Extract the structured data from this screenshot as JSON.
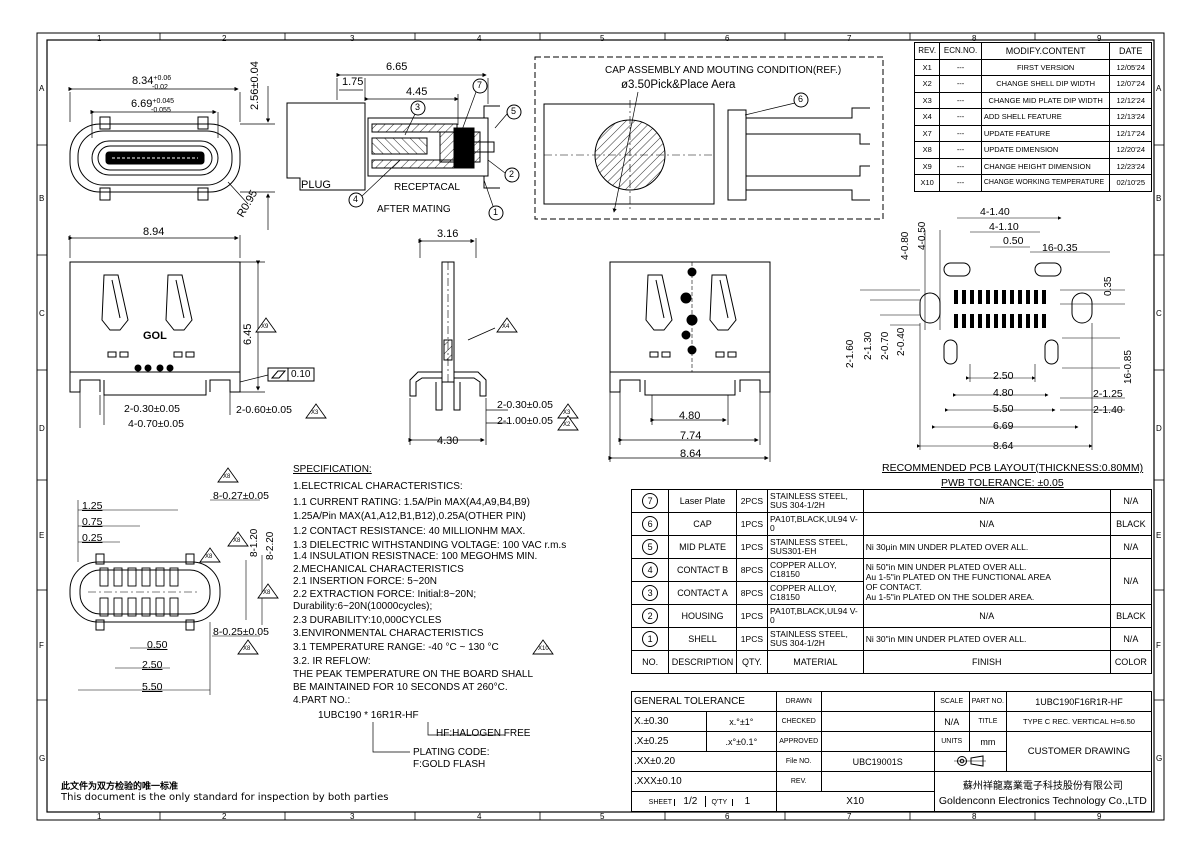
{
  "border": {
    "columns": [
      "1",
      "2",
      "3",
      "4",
      "5",
      "6",
      "7",
      "8",
      "9"
    ],
    "rows": [
      "A",
      "B",
      "C",
      "D",
      "E",
      "F",
      "G"
    ]
  },
  "revision_table": {
    "headers": [
      "REV.",
      "ECN.NO.",
      "MODIFY.CONTENT",
      "DATE"
    ],
    "rows": [
      [
        "X1",
        "---",
        "FIRST VERSION",
        "12/05'24"
      ],
      [
        "X2",
        "---",
        "CHANGE SHELL DIP WIDTH",
        "12/07'24"
      ],
      [
        "X3",
        "---",
        "CHANGE MID PLATE DIP WIDTH",
        "12/12'24"
      ],
      [
        "X4",
        "---",
        "ADD SHELL FEATURE",
        "12/13'24"
      ],
      [
        "X7",
        "---",
        "UPDATE FEATURE",
        "12/17'24"
      ],
      [
        "X8",
        "---",
        "UPDATE DIMENSION",
        "12/20'24"
      ],
      [
        "X9",
        "---",
        "CHANGE HEIGHT DIMENSION",
        "12/23'24"
      ],
      [
        "X10",
        "---",
        "CHANGE WORKING TEMPERATURE",
        "02/10'25"
      ]
    ]
  },
  "front_view": {
    "dim_outer_main": "8.34",
    "dim_outer_plus": "+0.06",
    "dim_outer_minus": "-0.02",
    "dim_inner_main": "6.69",
    "dim_inner_plus": "+0.045",
    "dim_inner_minus": "-0.055",
    "dim_height": "2.56±0.04",
    "dim_radius": "R0.95"
  },
  "mating_view": {
    "dim_total": "6.65",
    "dim_left": "1.75",
    "dim_mid": "4.45",
    "label_plug": "PLUG",
    "label_receptacle": "RECEPTACAL",
    "label_after": "AFTER MATING",
    "balloons": [
      "7",
      "3",
      "5",
      "2",
      "4",
      "1"
    ]
  },
  "cap_view": {
    "title": "CAP ASSEMBLY AND MOUTING CONDITION(REF.)",
    "pick_area": "ø3.50Pick&Place Aera",
    "balloon": "6"
  },
  "top_view": {
    "dim_width": "8.94",
    "dim_height": "6.45",
    "logo": "GOL",
    "dim_pitch": "2-0.30±0.05",
    "dim_pin": "4-0.70±0.05",
    "dim_shell": "2-0.60±0.05",
    "flatness": "0.10",
    "rev_marks": [
      "X9",
      "X3"
    ]
  },
  "side_view": {
    "dim_top": "3.16",
    "dim_a": "2-0.30±0.05",
    "dim_b": "2-1.00±0.05",
    "dim_bottom": "4.30",
    "rev_marks": [
      "X4",
      "X3",
      "X2"
    ]
  },
  "bottom_view": {
    "dim_480": "4.80",
    "dim_774": "7.74",
    "dim_864": "8.64"
  },
  "pcb_layout": {
    "dim_4_140": "4-1.40",
    "dim_4_110": "4-1.10",
    "dim_080": "4-0.80",
    "dim_050v": "4-0.50",
    "dim_050": "0.50",
    "dim_16_035": "16-0.35",
    "dim_035": "0.35",
    "dim_2_160": "2-1.60",
    "dim_2_130": "2-1.30",
    "dim_2_070": "2-0.70",
    "dim_2_040": "2-0.40",
    "dim_16_085": "16-0.85",
    "dim_250": "2.50",
    "dim_480": "4.80",
    "dim_550": "5.50",
    "dim_669": "6.69",
    "dim_864": "8.64",
    "dim_2_125": "2-1.25",
    "dim_2_140": "2-1.40",
    "caption": "RECOMMENDED PCB LAYOUT(THICKNESS:0.80MM)",
    "tolerance": "PWB TOLERANCE: ±0.05"
  },
  "end_view": {
    "dim_125": "1.25",
    "dim_075": "0.75",
    "dim_025": "0.25",
    "dim_027": "8-0.27±0.05",
    "dim_120": "8-1.20",
    "dim_220": "8-2.20",
    "dim_050": "0.50",
    "dim_025b": "8-0.25±0.05",
    "dim_250": "2.50",
    "dim_550": "5.50",
    "rev_marks": [
      "X8",
      "X8",
      "X8",
      "X8",
      "X8"
    ]
  },
  "specification": {
    "title": "SPECIFICATION:",
    "lines": [
      "1.ELECTRICAL CHARACTERISTICS:",
      "1.1  CURRENT RATING: 1.5A/Pin MAX(A4,A9,B4,B9)",
      "      1.25A/Pin MAX(A1,A12,B1,B12),0.25A(OTHER PIN)",
      "1.2  CONTACT RESISTANCE: 40 MILLIONHM MAX.",
      "1.3  DIELECTRIC WITHSTANDING VOLTAGE: 100 VAC r.m.s",
      "1.4  INSULATION RESISTNACE: 100 MEGOHMS MIN.",
      "2.MECHANICAL CHARACTERISTICS",
      "2.1  INSERTION FORCE: 5~20N",
      "2.2  EXTRACTION FORCE: Initial:8~20N;",
      "      Durability:6~20N(10000cycles);",
      "2.3  DURABILITY:10,000CYCLES",
      "3.ENVIRONMENTAL   CHARACTERISTICS",
      "3.1  TEMPERATURE RANGE: -40 °C ~ 130 °C",
      "3.2.  IR REFLOW:",
      "      THE PEAK TEMPERATURE ON THE BOARD SHALL",
      "      BE MAINTAINED FOR 10 SECONDS AT 260°C.",
      "      4.PART NO.:"
    ],
    "temp_rev": "X10",
    "part_no": "1UBC190 * 16R1R-HF",
    "hf_note": "HF:HALOGEN FREE",
    "plating_code": "PLATING CODE:",
    "plating_value": "F:GOLD FLASH"
  },
  "notice": {
    "chinese": "此文件为双方检验的唯一标准",
    "english": "This document is the only standard for inspection by both parties"
  },
  "bom": {
    "rows": [
      {
        "no": "7",
        "desc": "Laser Plate",
        "qty": "2PCS",
        "material": "STAINLESS STEEL, SUS 304-1/2H",
        "finish": "N/A",
        "color": "N/A"
      },
      {
        "no": "6",
        "desc": "CAP",
        "qty": "1PCS",
        "material": "PA10T,BLACK,UL94 V-0",
        "finish": "N/A",
        "color": "BLACK"
      },
      {
        "no": "5",
        "desc": "MID PLATE",
        "qty": "1PCS",
        "material": "STAINLESS STEEL, SUS301-EH",
        "finish": "Ni 30μin MIN UNDER PLATED OVER ALL.",
        "color": "N/A"
      },
      {
        "no": "4",
        "desc": "CONTACT B",
        "qty": "8PCS",
        "material": "COPPER ALLOY, C18150",
        "finish": "Ni 50\"in MIN UNDER PLATED OVER ALL.|Au 1-5\"in PLATED ON THE FUNCTIONAL AREA|OF CONTACT.|Au 1-5\"in PLATED ON THE SOLDER AREA.",
        "color": "N/A"
      },
      {
        "no": "3",
        "desc": "CONTACT A",
        "qty": "8PCS",
        "material": "COPPER ALLOY, C18150",
        "finish": "",
        "color": ""
      },
      {
        "no": "2",
        "desc": "HOUSING",
        "qty": "1PCS",
        "material": "PA10T,BLACK,UL94 V-0",
        "finish": "N/A",
        "color": "BLACK"
      },
      {
        "no": "1",
        "desc": "SHELL",
        "qty": "1PCS",
        "material": "STAINLESS STEEL, SUS 304-1/2H",
        "finish": "Ni 30\"in MIN UNDER PLATED OVER ALL.",
        "color": "N/A"
      }
    ],
    "headers": [
      "NO.",
      "DESCRIPTION",
      "QTY.",
      "MATERIAL",
      "FINISH",
      "COLOR"
    ]
  },
  "title_block": {
    "general_tolerance": "GENERAL TOLERANCE",
    "tol_x": "X.±0.30",
    "tol_xx": ".X±0.25",
    "tol_xxx": ".XX±0.20",
    "tol_xxxx": ".XXX±0.10",
    "ang_x": "x.°±1°",
    "ang_xx": ".x°±0.1°",
    "drawn": "DRAWN",
    "checked": "CHECKED",
    "approved": "APPROVED",
    "file_no_label": "File NO.",
    "file_no": "UBC19001S",
    "rev_label": "REV.",
    "rev": "X10",
    "scale_label": "SCALE",
    "scale": "N/A",
    "units_label": "UNITS",
    "units": "mm",
    "part_no_label": "PART NO.",
    "part_no": "1UBC190F16R1R-HF",
    "title_label": "TITLE",
    "title": "TYPE C REC. VERTICAL H=6.50",
    "customer": "CUSTOMER DRAWING",
    "sheet_label": "SHEET",
    "sheet": "1/2",
    "qty_label": "Q'TY",
    "qty": "1",
    "company_cn": "蘇州祥龍嘉業電子科技股份有限公司",
    "company_en": "Goldenconn  Electronics  Technology  Co.,LTD"
  }
}
